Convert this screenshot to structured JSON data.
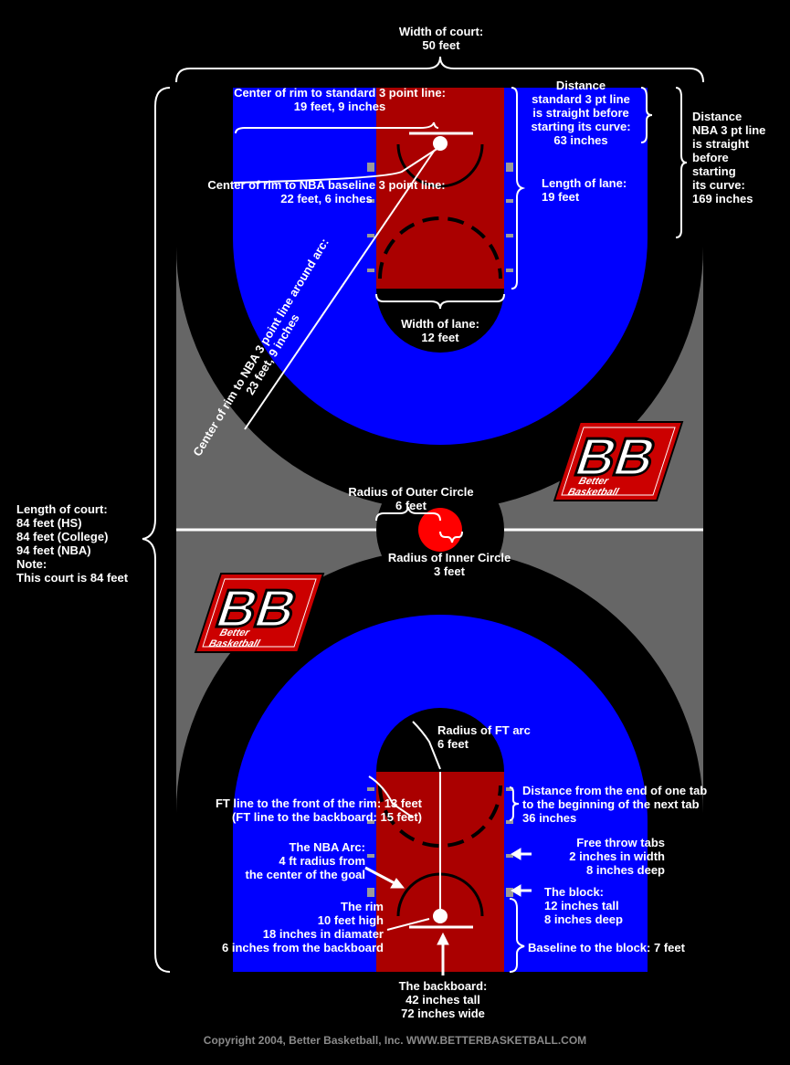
{
  "labels": {
    "width_court": "Width of court:\n50 feet",
    "std3": "Center of rim to standard 3 point line:\n19 feet, 9 inches",
    "dist_std": "Distance\nstandard 3 pt line\nis straight before\nstarting its curve:\n63 inches",
    "dist_nba": "Distance\nNBA 3 pt line\nis straight\nbefore\nstarting\nits curve:\n169 inches",
    "nba_base": "Center of rim to NBA baseline 3 point line:\n22 feet, 6 inches",
    "lane_len": "Length of lane:\n19 feet",
    "lane_width": "Width of lane:\n12 feet",
    "nba_arc_diag": "Center of rim to NBA 3 point line around arc:\n23 feet, 9 inches",
    "court_length": "Length of court:\n84 feet (HS)\n84 feet (College)\n94 feet (NBA)\nNote:\nThis court is 84 feet",
    "outer_circle": "Radius of Outer Circle\n6 feet",
    "inner_circle": "Radius of Inner Circle\n3 feet",
    "ft_arc": "Radius of FT arc\n6 feet",
    "ft_line": "FT line to the front of the rim: 13 feet\n(FT line to the backboard: 15 feet)",
    "tab_dist": "Distance from the end of one tab\nto the beginning of the next tab\n36 inches",
    "ft_tabs": "Free throw tabs\n2 inches in width\n8 inches deep",
    "nba_arc": "The NBA Arc:\n4 ft radius from\nthe center of the goal",
    "block": "The block:\n12 inches tall\n8 inches deep",
    "rim": "The rim\n10 feet high\n18 inches in diamater\n6 inches from the backboard",
    "baseline_block": "Baseline to the block: 7 feet",
    "backboard": "The backboard:\n42 inches tall\n72 inches wide",
    "copyright": "Copyright 2004, Better Basketball, Inc. WWW.BETTERBASKETBALL.COM"
  },
  "logo": {
    "letters": "BB",
    "line1": "Better",
    "line2": "Basketball"
  },
  "colors": {
    "background": "#000000",
    "court": "#666666",
    "three_point_area": "#0000ff",
    "lane": "#aa0000",
    "center_circle": "#ff0000",
    "lines": "#ffffff",
    "tabs": "#9a9a9a"
  }
}
